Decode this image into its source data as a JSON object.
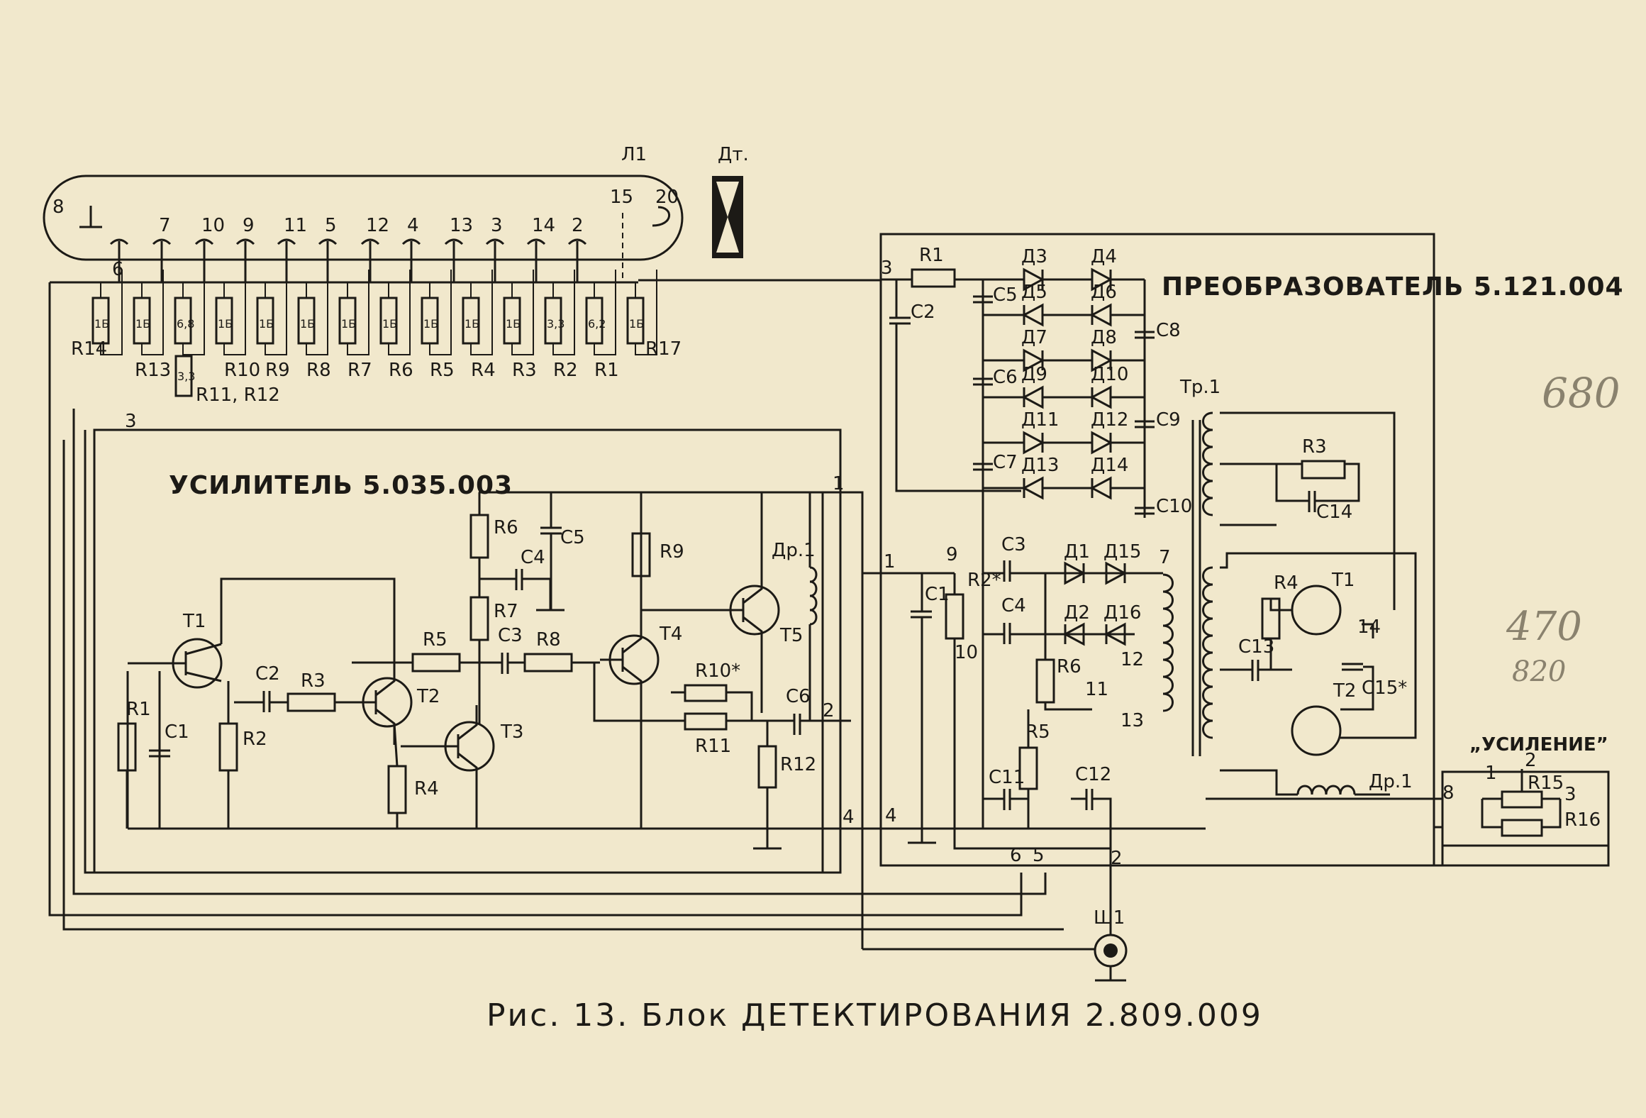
{
  "caption": "Рис. 13. Блок ДЕТЕКТИРОВАНИЯ  2.809.009",
  "lamp": {
    "label": "Л1",
    "detector_label": "Дт.",
    "pin_numbers": [
      "8",
      "7",
      "10",
      "9",
      "11",
      "5",
      "12",
      "4",
      "13",
      "3",
      "14",
      "2",
      "15",
      "20",
      "6"
    ],
    "resistors": [
      "R14",
      "R13",
      "R10",
      "R9",
      "R8",
      "R7",
      "R6",
      "R5",
      "R4",
      "R3",
      "R2",
      "R1",
      "R17"
    ],
    "resistor_pair_label": "R11, R12",
    "resistor_values": [
      "1Б",
      "1Б",
      "6,8",
      "1Б",
      "1Б",
      "1Б",
      "1Б",
      "1Б",
      "1Б",
      "1Б",
      "1Б",
      "3,3",
      "6,2",
      "1Б"
    ],
    "divider_value": "3,3"
  },
  "amplifier": {
    "title": "УСИЛИТЕЛЬ 5.035.003",
    "transistors": [
      "T1",
      "T2",
      "T3",
      "T4",
      "T5"
    ],
    "resistors": [
      "R1",
      "R2",
      "R3",
      "R4",
      "R5",
      "R6",
      "R7",
      "R8",
      "R9",
      "R10*",
      "R11",
      "R12"
    ],
    "capacitors": [
      "C1",
      "C2",
      "C3",
      "C4",
      "C5",
      "C6"
    ],
    "choke": "Др.1",
    "pins": [
      "1",
      "2",
      "3",
      "4"
    ]
  },
  "converter": {
    "title": "ПРЕОБРАЗОВАТЕЛЬ 5.121.004",
    "resistors": [
      "R1",
      "R2*",
      "R3",
      "R4",
      "R5",
      "R6"
    ],
    "capacitors": [
      "C1",
      "C2",
      "C3",
      "C4",
      "C5",
      "C6",
      "C7",
      "C8",
      "C9",
      "C10",
      "C11",
      "C12",
      "C13",
      "C14",
      "C15*"
    ],
    "diodes": [
      "Д1",
      "Д2",
      "Д3",
      "Д4",
      "Д5",
      "Д6",
      "Д7",
      "Д8",
      "Д9",
      "Д10",
      "Д11",
      "Д12",
      "Д13",
      "Д14",
      "Д15",
      "Д16"
    ],
    "transistors": [
      "T1",
      "T2"
    ],
    "transformer": "Тр.1",
    "choke": "Др.1",
    "pins": [
      "1",
      "2",
      "3",
      "4",
      "5",
      "6",
      "7",
      "8",
      "9",
      "10",
      "11",
      "12",
      "13",
      "14"
    ]
  },
  "gain_control": {
    "title": "„УСИЛЕНИЕ”",
    "resistors": [
      "R15",
      "R16"
    ],
    "pins": [
      "1",
      "2",
      "3"
    ]
  },
  "connector": "Ш1",
  "margin_notes": [
    "680",
    "470",
    "820"
  ]
}
